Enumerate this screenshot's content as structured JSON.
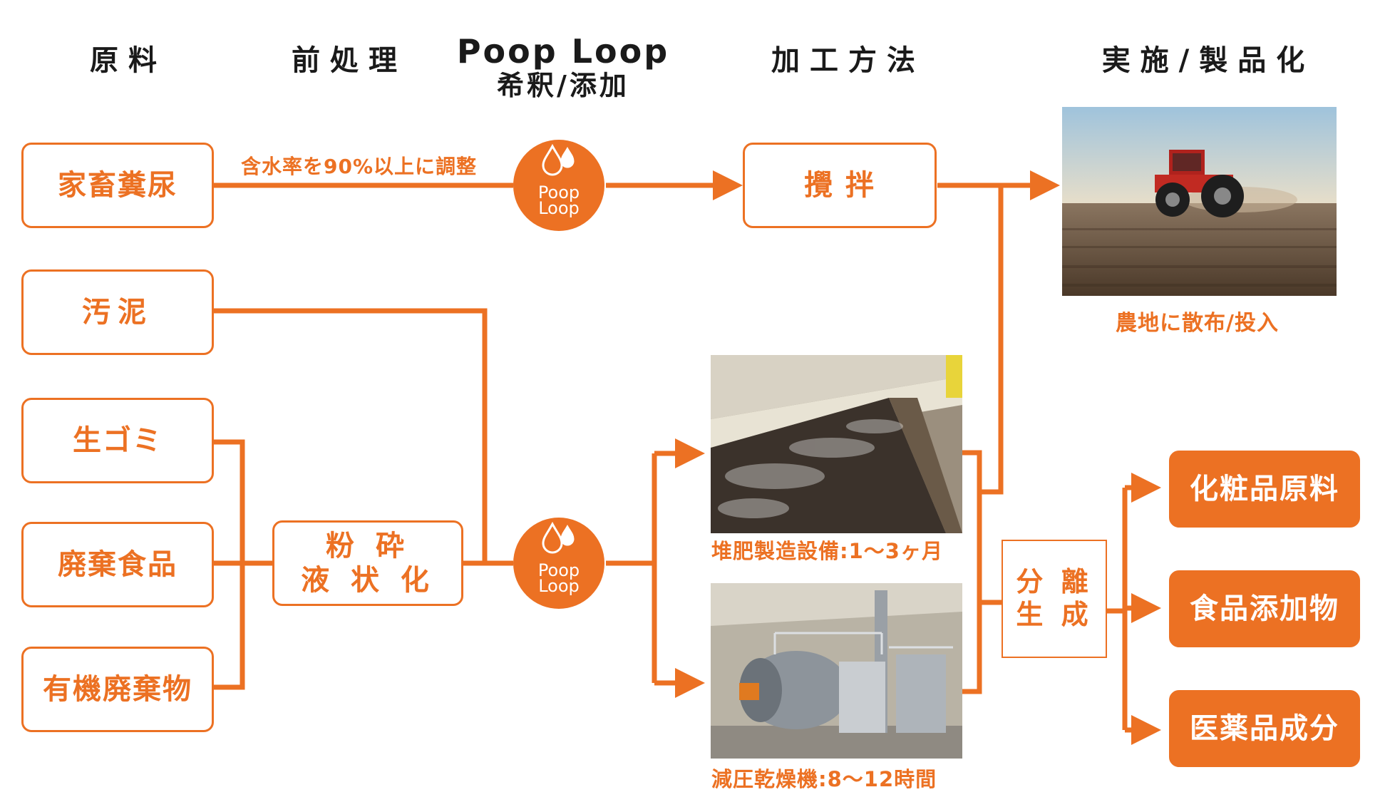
{
  "headers": {
    "raw": "原料",
    "pre": "前処理",
    "pl_line1": "Poop Loop",
    "pl_line2": "希釈/添加",
    "method": "加工方法",
    "impl": "実施/製品化"
  },
  "raw_materials": {
    "livestock": "家畜糞尿",
    "sludge": "汚泥",
    "garbage": "生ゴミ",
    "food_waste": "廃棄食品",
    "organic_waste": "有機廃棄物"
  },
  "preprocess": {
    "line1": "粉 砕",
    "line2": "液 状 化"
  },
  "water_label": "含水率を90%以上に調整",
  "logo_text": {
    "line1": "Poop",
    "line2": "Loop"
  },
  "stir": "攪 拌",
  "compost_label": "堆肥製造設備:1〜3ヶ月",
  "dryer_label": "減圧乾燥機:8〜12時間",
  "separation": {
    "line1": "分 離",
    "line2": "生 成"
  },
  "farm_label": "農地に散布/投入",
  "products": {
    "cosmetics": "化粧品原料",
    "food_additive": "食品添加物",
    "pharma": "医薬品成分"
  },
  "colors": {
    "accent": "#ec7123",
    "text": "#1a1a1a"
  },
  "icons": {
    "logo": "water-drops-icon"
  }
}
